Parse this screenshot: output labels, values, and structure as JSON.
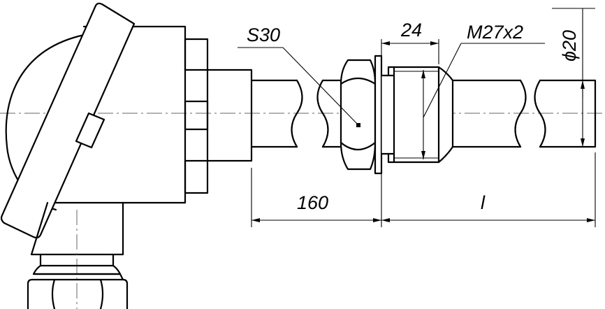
{
  "labels": {
    "wrench_size": "S30",
    "nut_width": "24",
    "thread": "M27x2",
    "diameter": "ϕ20",
    "head_length": "160",
    "immersion_length": "l"
  },
  "colors": {
    "line": "#000000",
    "axis": "#666666",
    "background": "#ffffff"
  }
}
